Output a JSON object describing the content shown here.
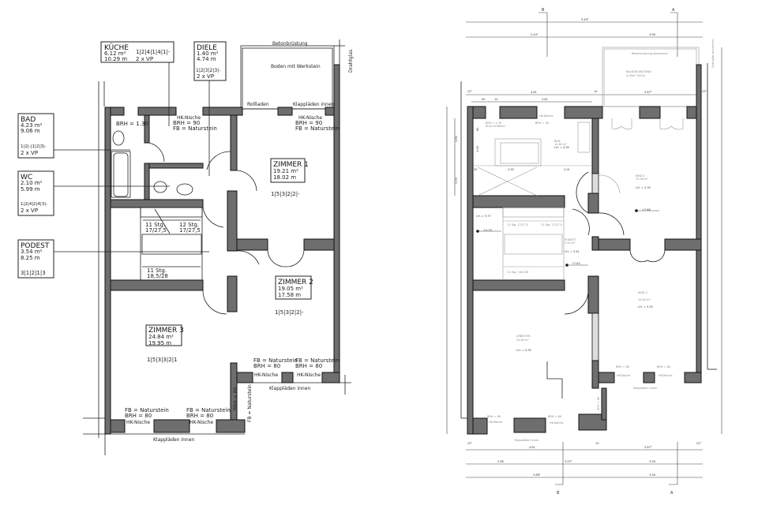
{
  "left_plan": {
    "rooms": {
      "kueche": {
        "name": "KÜCHE",
        "area": "6.12 m²",
        "perimeter": "10.29 m",
        "code": "1|2|4|1|4|1|-",
        "vp": "2 x VP"
      },
      "diele": {
        "name": "DIELE",
        "area": "1.40 m²",
        "perimeter": "4.74 m",
        "code": "1|2|3|2|3|-",
        "vp": "2 x VP"
      },
      "bad": {
        "name": "BAD",
        "area": "4.23 m²",
        "perimeter": "9.06 m",
        "code": "1|2|-|1|2|3|-",
        "vp": "2 x VP"
      },
      "wc": {
        "name": "WC",
        "area": "2.10 m²",
        "perimeter": "5.99 m",
        "code": "1|2|4|2|4|3|-",
        "vp": "2 x VP"
      },
      "podest": {
        "name": "PODEST",
        "area": "3.54 m²",
        "perimeter": "8.25 m",
        "code": "3|1|2|1|3"
      },
      "zimmer1": {
        "name": "ZIMMER 1",
        "area": "19.21 m²",
        "perimeter": "18.02 m",
        "code": "1|5|3|2|2|-"
      },
      "zimmer2": {
        "name": "ZIMMER 2",
        "area": "19.05 m²",
        "perimeter": "17.58 m",
        "code": "1|5|3|2|2|-"
      },
      "zimmer3": {
        "name": "ZIMMER 3",
        "area": "24.84 m²",
        "perimeter": "19.95 m",
        "code": "1|5|3|3|2|1"
      }
    },
    "annotations": {
      "betonbruestung": "Betonbrüstung",
      "boden": "Boden mit Werkstein",
      "drahtglas": "Drahtglas",
      "rollladen": "Rollladen",
      "klapplaeden_top": "Klappläden innen",
      "hk_nische": "HK-Nische",
      "brh130": "BRH = 1.30",
      "brh90": "BRH = 90",
      "brh80": "BRH = 80",
      "fb_naturstein": "FB = Naturstein",
      "stair1_a": "11 Stg.",
      "stair1_b": "17/27,5",
      "stair2_a": "12 Stg.",
      "stair2_b": "17/27,5",
      "stair3_a": "11 Stg.",
      "stair3_b": "18,5/28",
      "klapplaeden_mid": "Klappläden innen",
      "klapplaeden_bottom": "Klappläden innen",
      "brh80_vertical": "BRH = 80",
      "fb_vertical": "FB = Naturstein"
    }
  },
  "right_plan": {
    "section_markers": [
      "B",
      "A"
    ],
    "dims_top": [
      "9.40⁵",
      "3.44⁵",
      "3.96",
      "4.81",
      "3.67⁵",
      "90",
      "10",
      "3.81",
      "22⁵",
      "22⁵",
      "10"
    ],
    "dims_bottom": [
      "22⁵",
      "4.81",
      "10",
      "3.67⁵",
      "22⁵",
      "2.86",
      "3.02⁵",
      "3.56",
      "3.86⁵",
      "3.56"
    ],
    "balkon": {
      "title": "BALKON BESTAND",
      "area": "4.30m² (50%)",
      "note": "Betonbrüstung abbrechen",
      "side_note": "Drahtglas abbrechen"
    },
    "bad": {
      "name": "BAD",
      "area": "14.82 m²",
      "height": "I.H. = 3.35",
      "brh": "BRH = 1.30",
      "sturz": "Sturz erhöhen",
      "brh90": "BRH = 90",
      "hk": "HK-Nische",
      "d1": "30",
      "d2": "2.50",
      "d3": "2.01",
      "v1": "84",
      "v2": "1.00",
      "v3": "1.84",
      "v4": "1.20"
    },
    "kind1": {
      "name": "KIND 1",
      "area": "19.58 m²",
      "height": "I.H. = 3.35",
      "level": "+7.88"
    },
    "podest": {
      "name": "PODEST",
      "area": "3.54 m²",
      "height": "I.H. = 3.41",
      "level": "+7.63",
      "height2": "I.H. = 3.77",
      "level2": "+5.79",
      "stair1": "11 Stg. 17/27,5",
      "stair2": "12 Stg. 17/27,5",
      "stair3": "11 Stg. 18,5/28"
    },
    "kind2": {
      "name": "KIND 2",
      "area": "19.05 m²",
      "height": "I.H. = 3.35",
      "brh": "BRH = 80",
      "hk": "HK-Nische"
    },
    "arbeiten": {
      "name": "ARBEITEN",
      "area": "24.84 m²",
      "height": "I.H. = 3.35",
      "brh": "BRH = 80",
      "hk": "HK-Nische"
    },
    "klapplaeden": "Klappläden innen",
    "brh80_vertical": "BRH = 80"
  }
}
